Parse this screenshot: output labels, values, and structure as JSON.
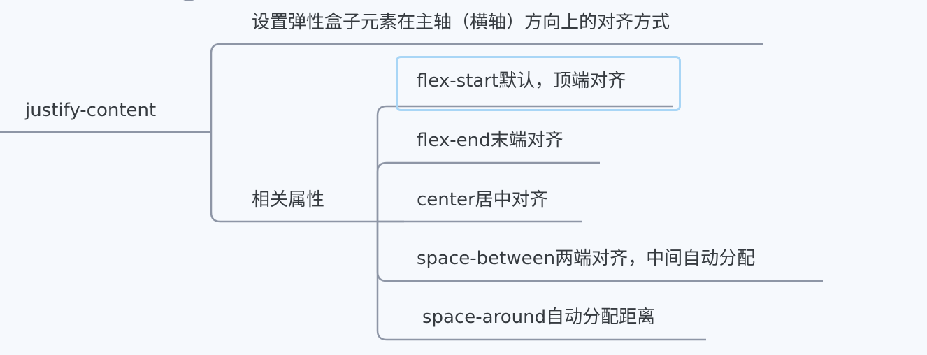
{
  "root": {
    "label": "justify-content"
  },
  "branches": [
    {
      "label": "设置弹性盒子元素在主轴（横轴）方向上的对齐方式"
    },
    {
      "label": "相关属性",
      "children": [
        {
          "label": "flex-start默认，顶端对齐",
          "selected": true
        },
        {
          "label": "flex-end末端对齐"
        },
        {
          "label": "center居中对齐"
        },
        {
          "label": "space-between两端对齐，中间自动分配"
        },
        {
          "label": "space-around自动分配距离"
        }
      ]
    }
  ],
  "colors": {
    "line": "#8e96a6",
    "selection": "#a9d6f6",
    "background": "#f6f9fd"
  }
}
